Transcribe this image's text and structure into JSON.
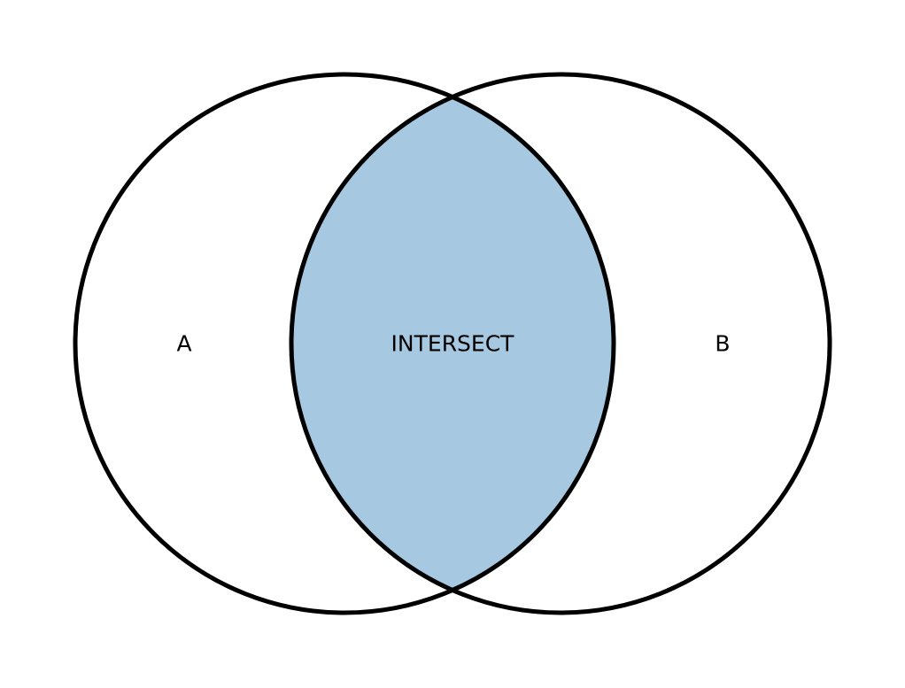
{
  "diagram": {
    "type": "venn",
    "colors": {
      "intersection_fill": "#a6c8e0",
      "outline": "#000000",
      "background": "#ffffff"
    },
    "sets": [
      {
        "label": "A"
      },
      {
        "label": "B"
      }
    ],
    "intersection": {
      "label": "INTERSECT"
    }
  }
}
